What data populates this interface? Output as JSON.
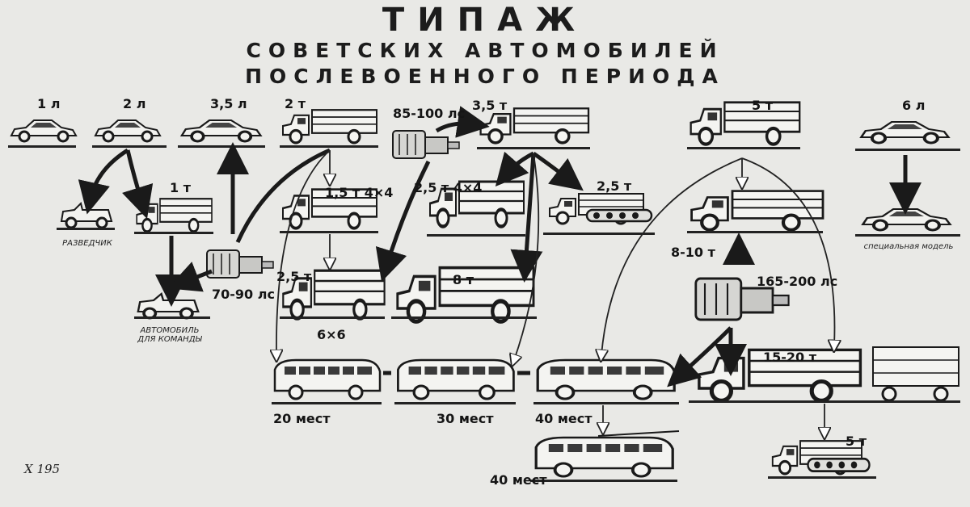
{
  "title": {
    "line1": "ТИПАЖ",
    "line2": "СОВЕТСКИХ АВТОМОБИЛЕЙ",
    "line3": "ПОСЛЕВОЕННОГО ПЕРИОДА"
  },
  "labels": {
    "car_1": "1 л",
    "car_2": "2 л",
    "car_3_5": "3,5 л",
    "car_6": "6 л",
    "truck_2": "2 т",
    "truck_3_5": "3,5 т",
    "truck_5": "5 т",
    "engine_85_100": "85-100 лс",
    "truck_1": "1 т",
    "truck_1_5_4x4": "1,5 т 4×4",
    "truck_2_5_4x4": "2,5 т 4×4",
    "halftrack_2_5": "2,5 т",
    "truck_8_10": "8-10 т",
    "engine_70_90": "70-90 лс",
    "truck_2_5_6x6": "2,5 т",
    "six_by_six": "6×6",
    "tractor_8": "8 т",
    "engine_165_200": "165-200 лс",
    "truck_15_20": "15-20 т",
    "halftrack_5": "5 т",
    "bus_20": "20 мест",
    "bus_30": "30 мест",
    "bus_40": "40 мест",
    "trolley_40": "40 мест"
  },
  "notes": {
    "scout": "РАЗВЕДЧИК",
    "command_car_1": "АВТОМОБИЛЬ",
    "command_car_2": "ДЛЯ КОМАНДЫ",
    "special_model": "специальная модель"
  },
  "corner_mark": "Х 195"
}
